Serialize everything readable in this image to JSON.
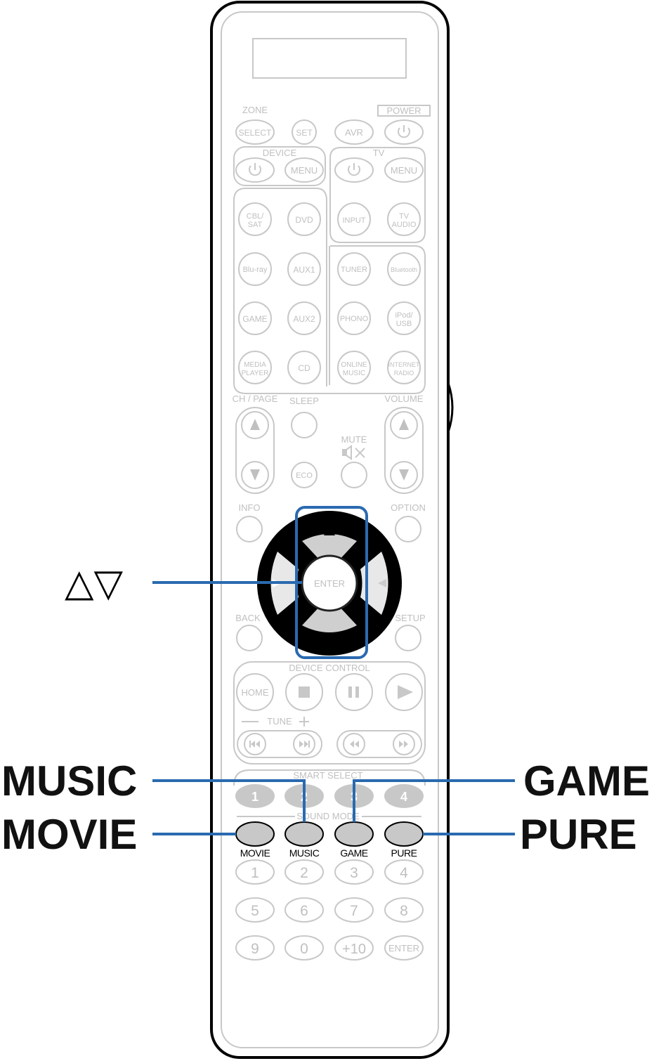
{
  "callouts": {
    "cursor": "△▽",
    "music": "MUSIC",
    "movie": "MOVIE",
    "game": "GAME",
    "pure": "PURE"
  },
  "remote": {
    "zone": "ZONE",
    "power": "POWER",
    "select": "SELECT",
    "set": "SET",
    "avr": "AVR",
    "device": "DEVICE",
    "tv": "TV",
    "menu": "MENU",
    "inputs": {
      "cbl_line1": "CBL/",
      "cbl_line2": "SAT",
      "dvd": "DVD",
      "input": "INPUT",
      "tvaudio_line1": "TV",
      "tvaudio_line2": "AUDIO",
      "bluray": "Blu-ray",
      "aux1": "AUX1",
      "tuner": "TUNER",
      "bluetooth": "Bluetooth",
      "game": "GAME",
      "aux2": "AUX2",
      "phono": "PHONO",
      "ipod_line1": "iPod/",
      "ipod_line2": "USB",
      "media_line1": "MEDIA",
      "media_line2": "PLAYER",
      "cd": "CD",
      "online_line1": "ONLINE",
      "online_line2": "MUSIC",
      "internet_line1": "INTERNET",
      "internet_line2": "RADIO"
    },
    "ch_page": "CH / PAGE",
    "sleep": "SLEEP",
    "volume": "VOLUME",
    "mute": "MUTE",
    "eco": "ECO",
    "info": "INFO",
    "option": "OPTION",
    "enter": "ENTER",
    "back": "BACK",
    "setup": "SETUP",
    "device_control": "DEVICE CONTROL",
    "home": "HOME",
    "tune": "TUNE",
    "smart_select": "SMART SELECT",
    "smart_keys": [
      "1",
      "2",
      "3",
      "4"
    ],
    "sound_mode": "SOUND MODE",
    "sound_labels": [
      "MOVIE",
      "MUSIC",
      "GAME",
      "PURE"
    ],
    "num_row1": [
      "1",
      "2",
      "3",
      "4"
    ],
    "num_row2": [
      "5",
      "6",
      "7",
      "8"
    ],
    "num_row3": [
      "9",
      "0",
      "+10",
      "ENTER"
    ]
  }
}
